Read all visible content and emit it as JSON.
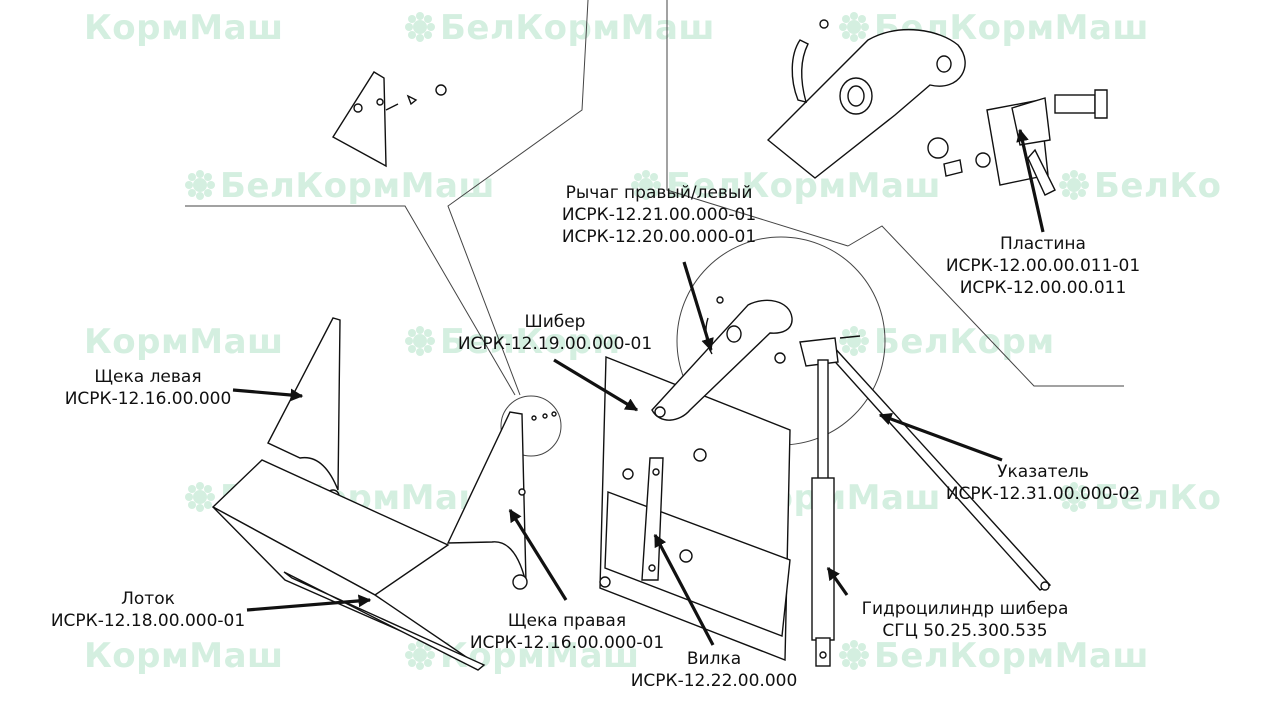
{
  "watermark": {
    "brand": "БелКормМаш",
    "brand_short": "КормМаш",
    "brand_cut": "БелКорм",
    "brand_cut2": "БелКо",
    "color": "#d4efe0"
  },
  "labels": {
    "lever": {
      "name": "Рычаг правый/левый",
      "code1": "ИСРК-12.21.00.000-01",
      "code2": "ИСРК-12.20.00.000-01"
    },
    "plate": {
      "name": "Пластина",
      "code1": "ИСРК-12.00.00.011-01",
      "code2": "ИСРК-12.00.00.011"
    },
    "gate": {
      "name": "Шибер",
      "code": "ИСРК-12.19.00.000-01"
    },
    "cheek_left": {
      "name": "Щека левая",
      "code": "ИСРК-12.16.00.000"
    },
    "pointer": {
      "name": "Указатель",
      "code": "ИСРК-12.31.00.000-02"
    },
    "tray": {
      "name": "Лоток",
      "code": "ИСРК-12.18.00.000-01"
    },
    "cheek_right": {
      "name": "Щека правая",
      "code": "ИСРК-12.16.00.000-01"
    },
    "cylinder": {
      "name": "Гидроцилиндр шибера",
      "code": "СГЦ 50.25.300.535"
    },
    "fork": {
      "name": "Вилка",
      "code": "ИСРК-12.22.00.000"
    }
  }
}
